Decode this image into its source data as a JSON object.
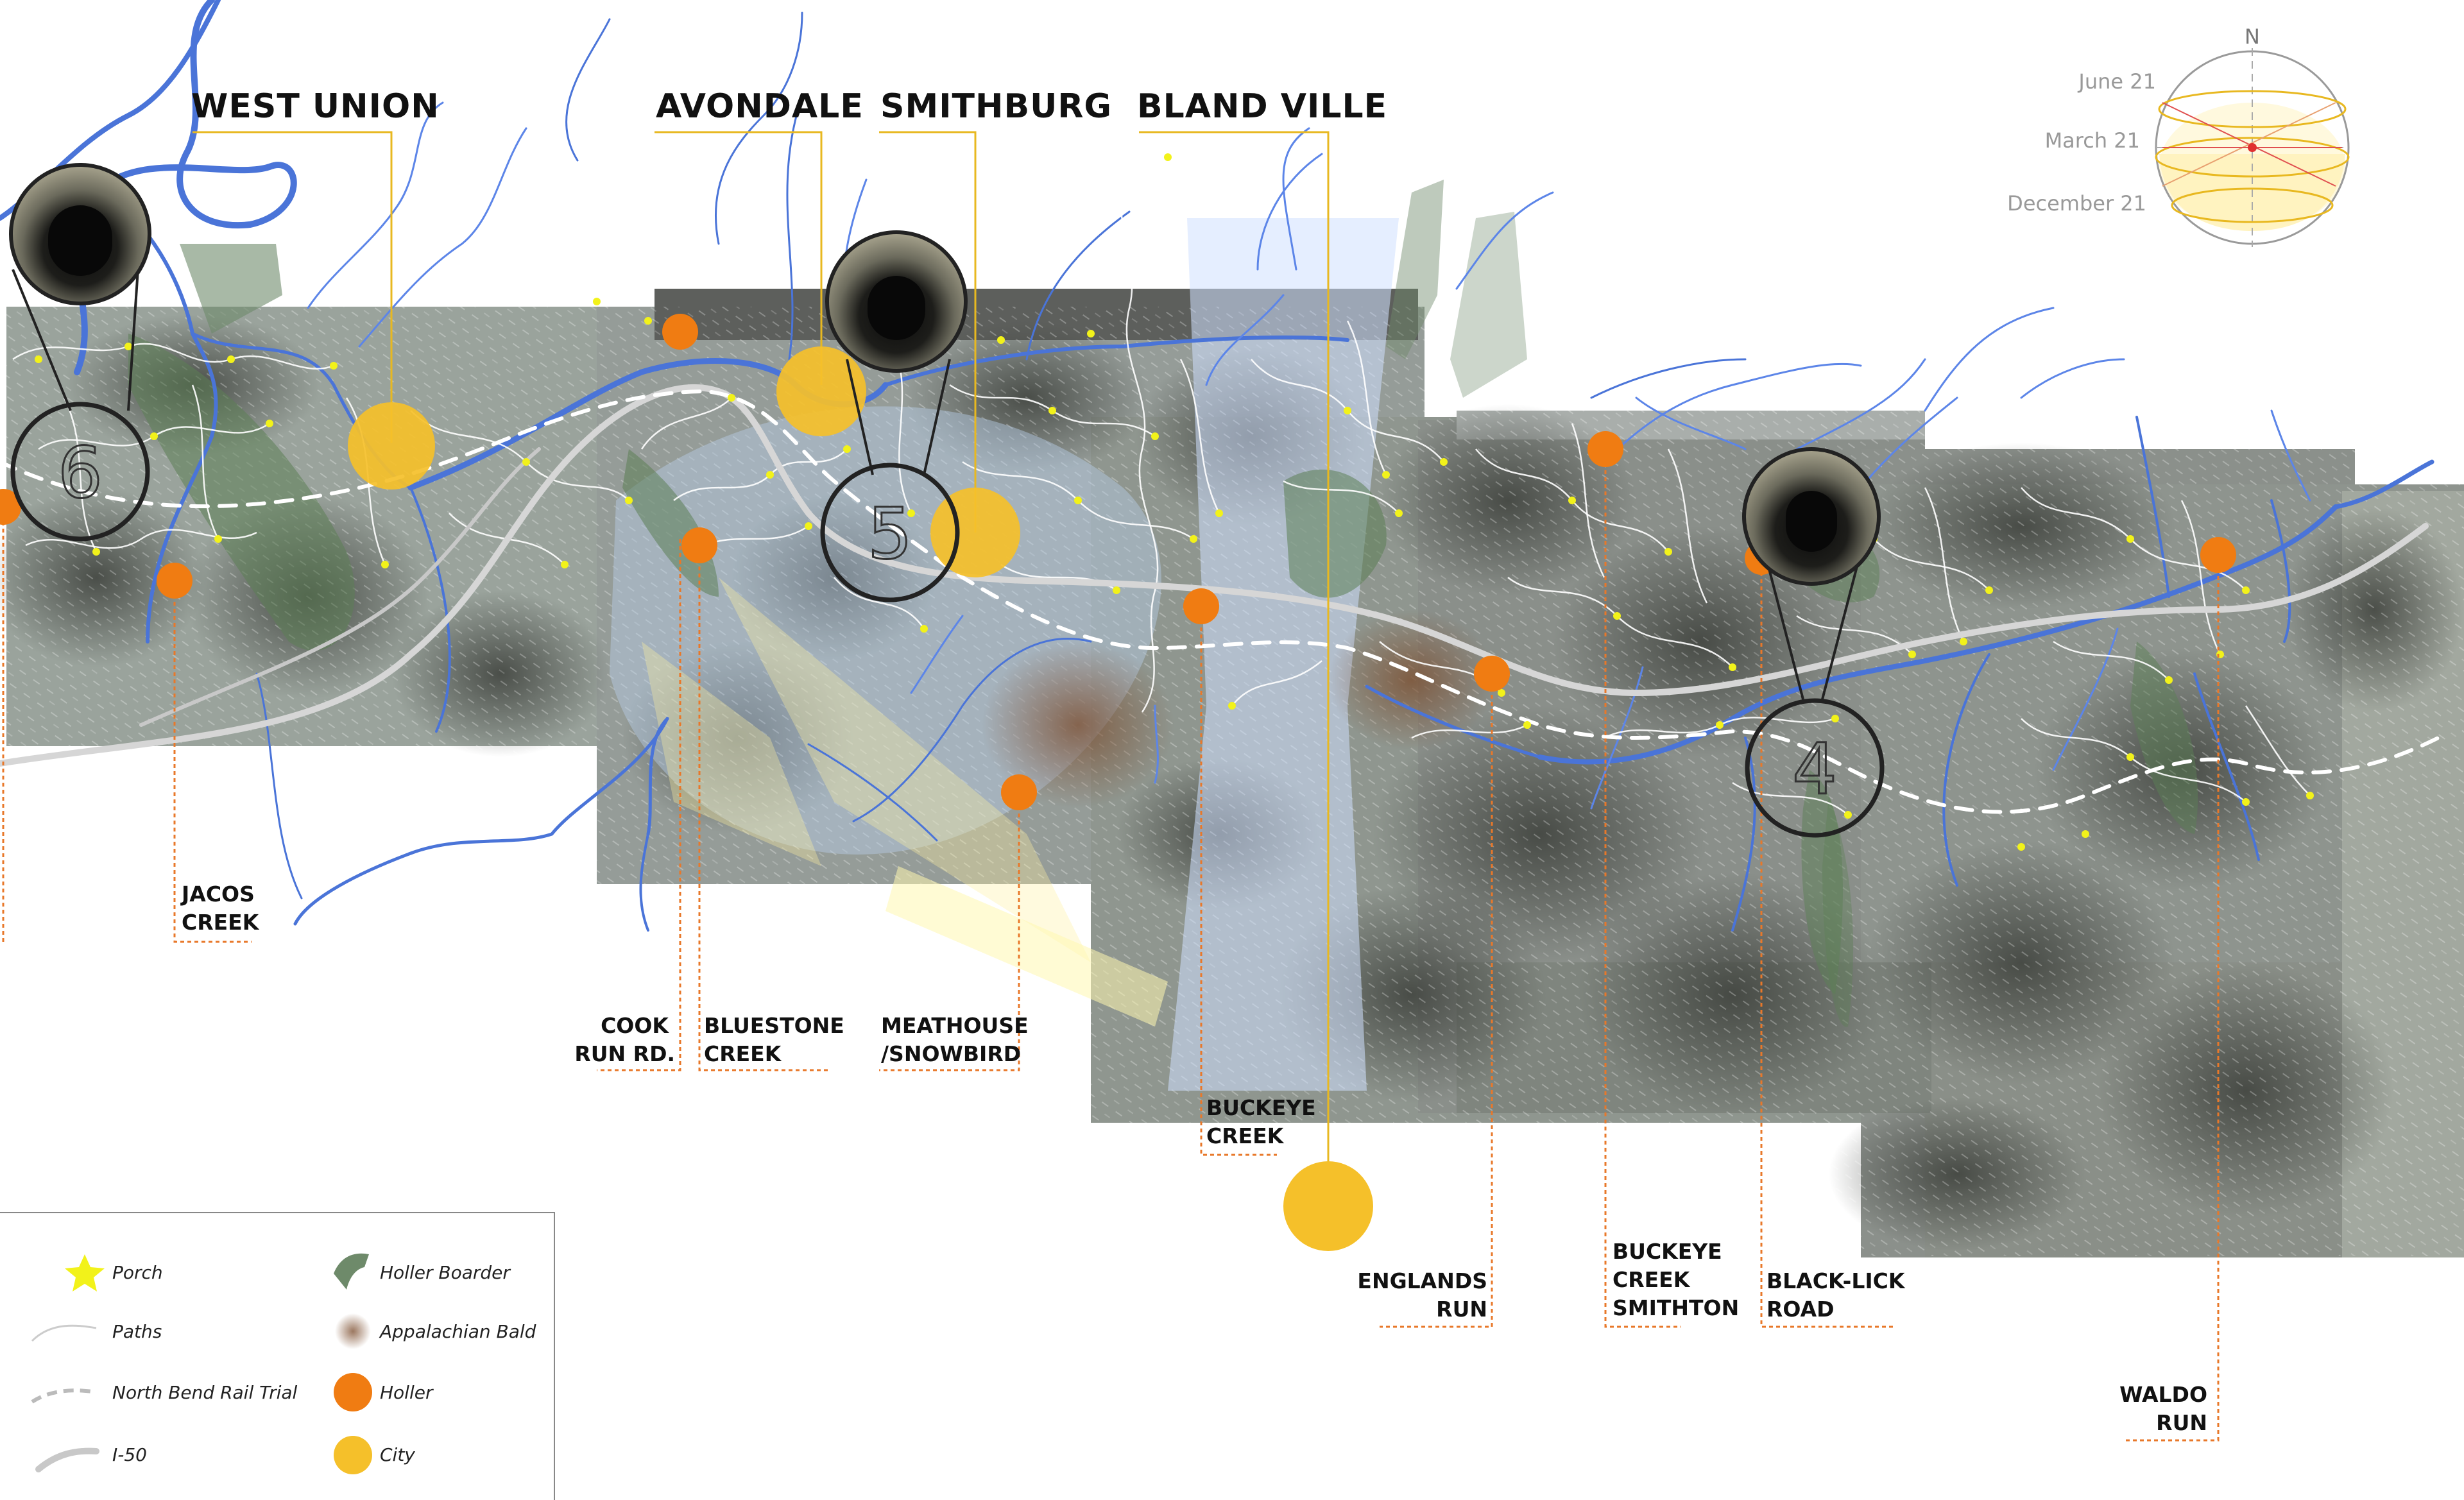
{
  "cities": [
    {
      "label": "WEST UNION"
    },
    {
      "label": "AVONDALE"
    },
    {
      "label": "SMITHBURG"
    },
    {
      "label": "BLAND VILLE"
    }
  ],
  "hollers": [
    {
      "lines": [
        "JACOS",
        "CREEK"
      ]
    },
    {
      "lines": [
        "COOK",
        "RUN RD."
      ]
    },
    {
      "lines": [
        "BLUESTONE",
        "CREEK"
      ]
    },
    {
      "lines": [
        "MEATHOUSE",
        "/SNOWBIRD"
      ]
    },
    {
      "lines": [
        "BUCKEYE",
        "CREEK"
      ]
    },
    {
      "lines": [
        "ENGLANDS",
        "RUN"
      ]
    },
    {
      "lines": [
        "BUCKEYE",
        "CREEK",
        "SMITHTON"
      ]
    },
    {
      "lines": [
        "BLACK-LICK",
        "ROAD"
      ]
    },
    {
      "lines": [
        "WALDO",
        "RUN"
      ]
    }
  ],
  "tunnels": [
    {
      "number": "6"
    },
    {
      "number": "5"
    },
    {
      "number": "4"
    }
  ],
  "sun_path": {
    "north": "N",
    "dates": [
      "June 21",
      "March 21",
      "December 21"
    ]
  },
  "legend": {
    "items": [
      {
        "label": "Porch",
        "icon": "star-icon"
      },
      {
        "label": "Paths",
        "icon": "path-line-icon"
      },
      {
        "label": "North Bend Rail Trial",
        "icon": "dashed-line-icon"
      },
      {
        "label": "I-50",
        "icon": "highway-line-icon"
      },
      {
        "label": "Holler Boarder",
        "icon": "holler-border-icon"
      },
      {
        "label": "Appalachian Bald",
        "icon": "bald-icon"
      },
      {
        "label": "Holler",
        "icon": "orange-dot-icon"
      },
      {
        "label": "City",
        "icon": "yellow-dot-icon"
      }
    ]
  },
  "colors": {
    "river": "#4a74d8",
    "city": "#f5c02a",
    "holler": "#f07c12",
    "porch": "#f2f21a",
    "leader_city": "#e8b820",
    "leader_holler": "#e8782a"
  }
}
